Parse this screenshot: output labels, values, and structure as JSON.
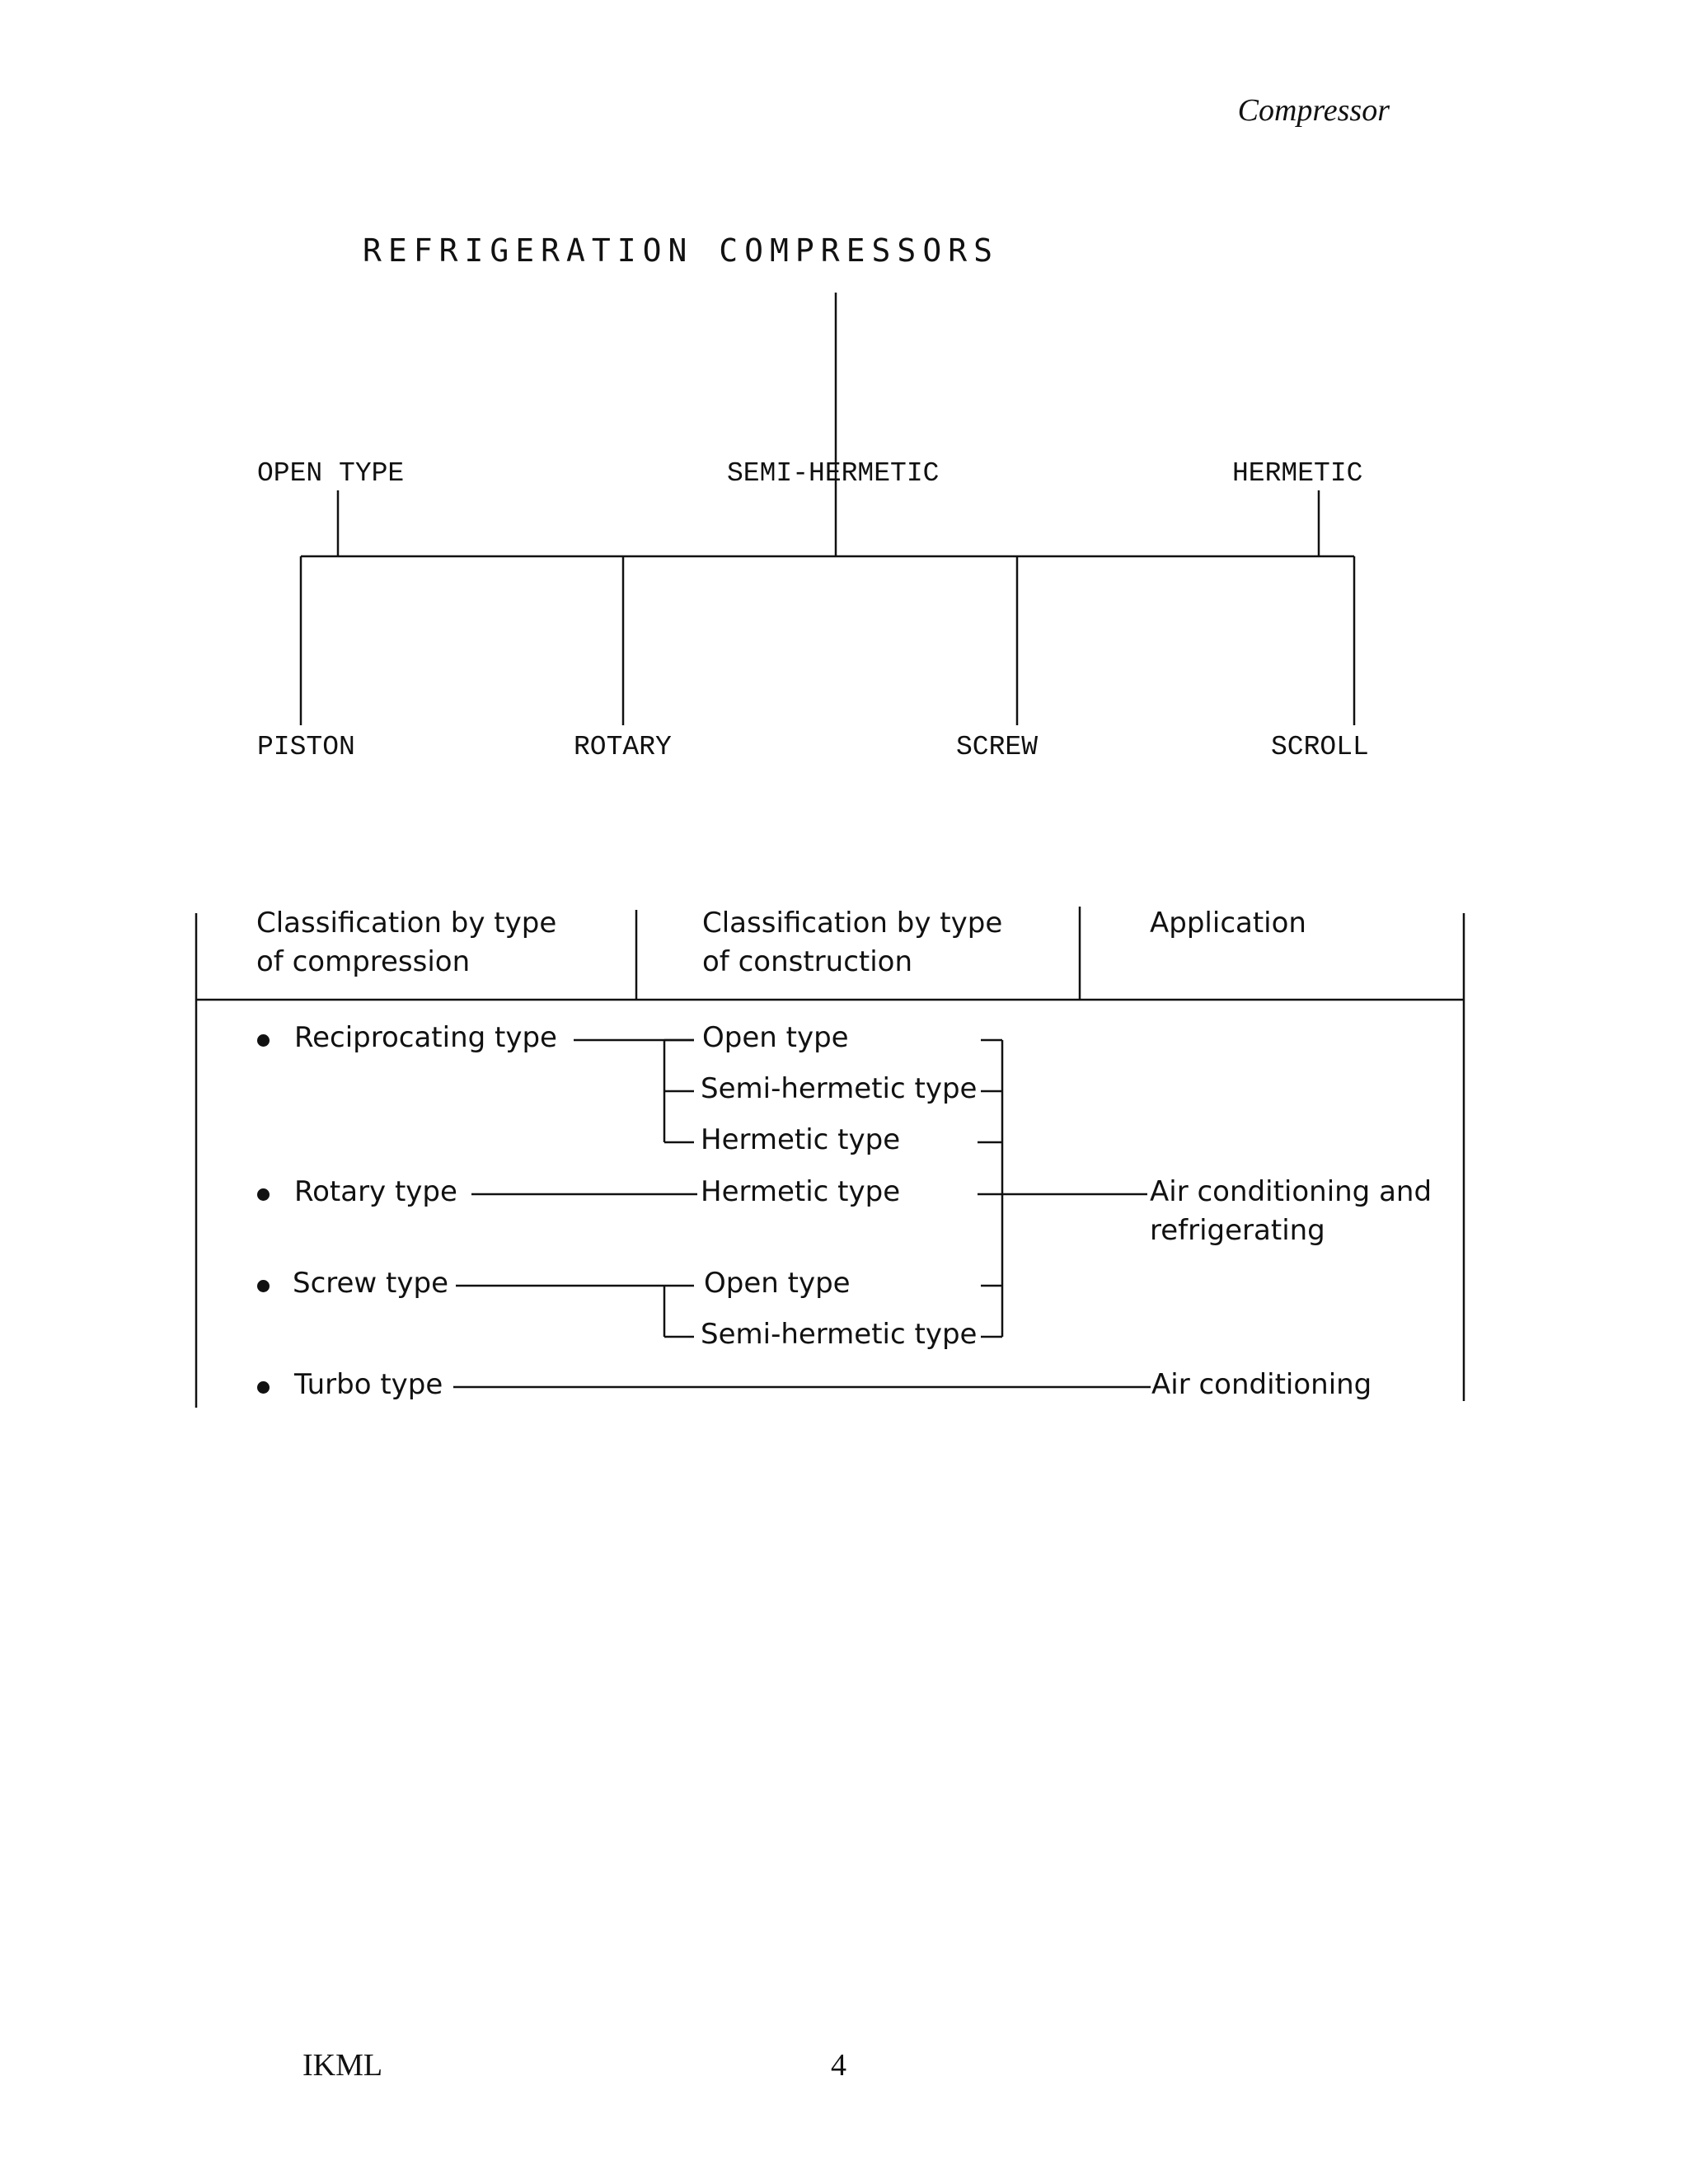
{
  "header": {
    "running_title": "Compressor"
  },
  "tree": {
    "title": "REFRIGERATION COMPRESSORS",
    "level1": [
      "OPEN TYPE",
      "SEMI-HERMETIC",
      "HERMETIC"
    ],
    "level2": [
      "PISTON",
      "ROTARY",
      "SCREW",
      "SCROLL"
    ]
  },
  "table": {
    "headers": [
      "Classification by type\nof compression",
      "Classification by type\nof construction",
      "Application"
    ],
    "compression": [
      "Reciprocating type",
      "Rotary type",
      "Screw type",
      "Turbo type"
    ],
    "construction": [
      "Open type",
      "Semi-hermetic type",
      "Hermetic type",
      "Hermetic type",
      "Open type",
      "Semi-hermetic type"
    ],
    "application": [
      "Air conditioning and\nrefrigerating",
      "Air conditioning"
    ]
  },
  "footer": {
    "left": "IKML",
    "page_number": "4"
  }
}
